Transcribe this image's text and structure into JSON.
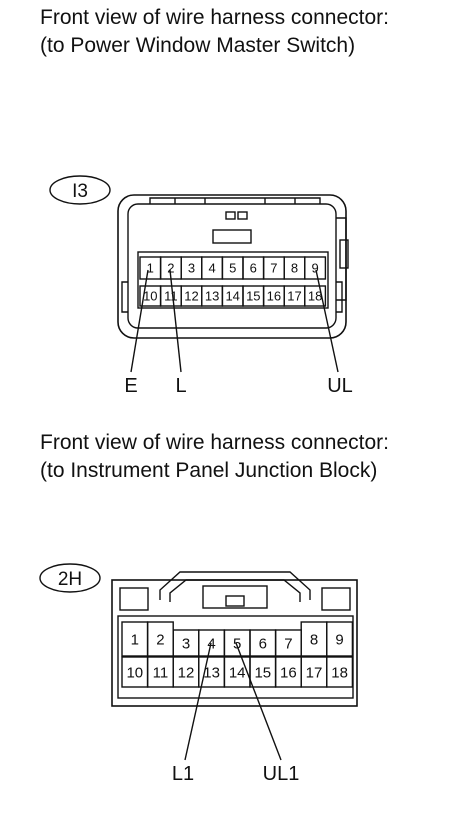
{
  "diagram_1": {
    "caption_line1": "Front view of wire harness connector:",
    "caption_line2": "(to Power Window Master Switch)",
    "connector_id": "I3",
    "pins_top": [
      "1",
      "2",
      "3",
      "4",
      "5",
      "6",
      "7",
      "8",
      "9"
    ],
    "pins_bottom": [
      "10",
      "11",
      "12",
      "13",
      "14",
      "15",
      "16",
      "17",
      "18"
    ],
    "signals": {
      "pin1": "E",
      "pin2": "L",
      "pin9": "UL"
    }
  },
  "diagram_2": {
    "caption_line1": "Front view of wire harness connector:",
    "caption_line2": "(to Instrument Panel Junction Block)",
    "connector_id": "2H",
    "pins_top": [
      "1",
      "2",
      "3",
      "4",
      "5",
      "6",
      "7",
      "8",
      "9"
    ],
    "pins_bottom": [
      "10",
      "11",
      "12",
      "13",
      "14",
      "15",
      "16",
      "17",
      "18"
    ],
    "signals": {
      "pin4": "L1",
      "pin5": "UL1"
    }
  }
}
